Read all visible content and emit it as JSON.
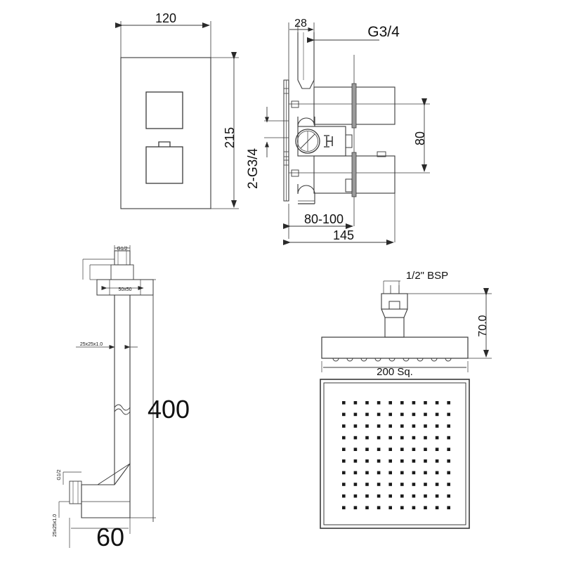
{
  "document": {
    "title": "Concealed Thermostatic Shower Valve Technical Drawing",
    "line_color": "#3a3a3a",
    "text_color": "#111111",
    "background": "#ffffff"
  },
  "views": {
    "faceplate": {
      "name": "Concealed valve faceplate front view",
      "dimensions": {
        "width_label": "120",
        "height_label": "215"
      },
      "controls": [
        {
          "name": "temperature-control-square",
          "label": ""
        },
        {
          "name": "diverter-control-square",
          "label": ""
        }
      ]
    },
    "valve_body": {
      "name": "Valve body side section view",
      "dimensions": {
        "inlet_offset_label": "28",
        "outlet_thread_label": "G3/4",
        "inlet_thread_label": "2-G3/4",
        "centres_label": "80",
        "wall_depth_label": "80-100",
        "overall_depth_label": "145"
      }
    },
    "shower_arm": {
      "name": "Ceiling shower arm side view",
      "dimensions": {
        "connection_label": "G1/2",
        "flange_label": "50x50",
        "tube_label": "25x25x1.0",
        "drop_label": "400",
        "projection_label": "60"
      }
    },
    "shower_head": {
      "name": "Square rain shower head",
      "dimensions": {
        "inlet_thread_label": "1/2\" BSP",
        "thickness_label": "70.0",
        "face_size_label": "200 Sq."
      },
      "nozzle_grid": {
        "rows": 10,
        "cols": 10
      }
    }
  }
}
